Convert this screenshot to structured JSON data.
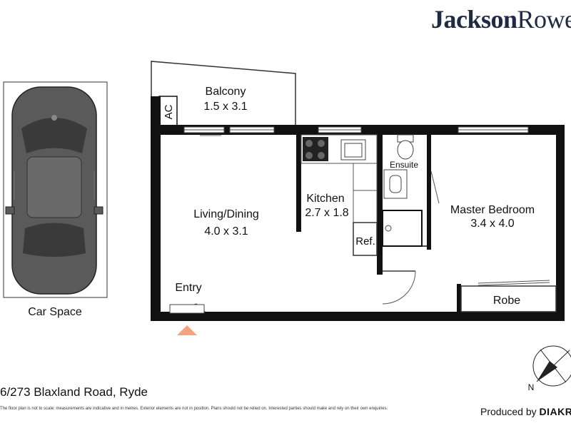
{
  "brand": {
    "name_bold": "Jackson",
    "name_light": "Rowe"
  },
  "rooms": {
    "balcony": {
      "name": "Balcony",
      "size": "1.5 x 3.1"
    },
    "ac": "AC",
    "living": {
      "name": "Living/Dining",
      "size": "4.0 x 3.1"
    },
    "kitchen": {
      "name": "Kitchen",
      "size": "2.7 x 1.8"
    },
    "fridge": "Ref.",
    "ensuite": "Ensuite",
    "master": {
      "name": "Master Bedroom",
      "size": "3.4 x 4.0"
    },
    "robe": "Robe",
    "entry": "Entry",
    "car": "Car Space"
  },
  "compass": {
    "label": "N"
  },
  "footer": {
    "address": "6/273 Blaxland Road, Ryde",
    "disclaimer": "The floor plan is not to scale; measurements are indicative and in metres. Exterior elements are not in position. Plans should not be relied on. Interested parties should make and rely on their own enquiries.",
    "produced_by": "Produced by",
    "producer": "DIAKRIT"
  },
  "colors": {
    "wall": "#111111",
    "car_body": "#5a5a5a",
    "entry_arrow": "#f2a37f",
    "brand": "#1f2a44"
  }
}
